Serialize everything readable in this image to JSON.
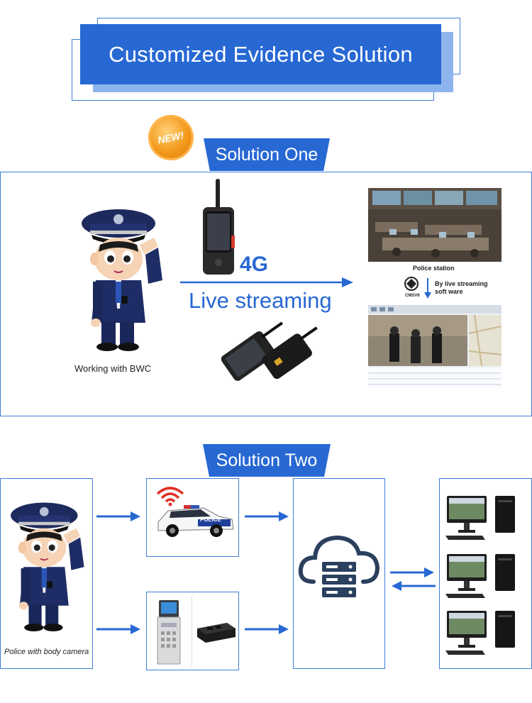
{
  "header": {
    "title": "Customized Evidence Solution"
  },
  "badge": {
    "label": "NEW!"
  },
  "solution_one": {
    "tab_label": "Solution One",
    "officer_caption": "Working with BWC",
    "network_label": "4G",
    "streaming_label": "Live streaming",
    "station_caption": "Police station",
    "software_caption": "By live streaming soft ware",
    "software_logo": "CMSV6"
  },
  "solution_two": {
    "tab_label": "Solution Two",
    "officer_caption": "Police with body camera",
    "car_label": "POLICE"
  },
  "colors": {
    "brand_blue": "#2768d3",
    "light_blue": "#8db4ec",
    "badge_orange": "#f39a1c"
  },
  "icons": [
    "wifi-icon",
    "cloud-icon",
    "server-icon",
    "arrow-right-icon",
    "arrow-left-icon",
    "computer-icon"
  ]
}
